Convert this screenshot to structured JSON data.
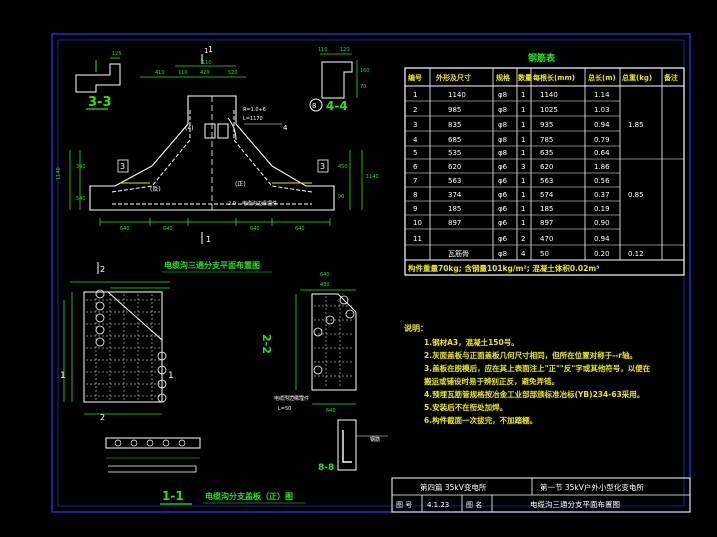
{
  "colors": {
    "bg": "#000000",
    "line": "#ffffff",
    "green": "#22e41c",
    "blue": "#2b3cff",
    "cyan": "#00e5e5",
    "yellow": "#e8e800",
    "red": "#ff3030",
    "magenta": "#ff40ff",
    "dim": "#c8c8c8"
  },
  "views": {
    "section_33": "3-3",
    "section_44": "4-4",
    "section_22": "2-2",
    "section_11": "1-1",
    "section_88": "8-8",
    "plan_title": "电缆沟三通分支平面布置图",
    "slab_title": "电缆沟分支盖板（正）图",
    "cut_mark": "1",
    "arc_note": "R=1.0+6\nL=1170",
    "embed_note": "电缆沟边缘埋件",
    "embed_dim": "L=50",
    "steel_note": "钢筋",
    "dim_top": [
      "410",
      "420",
      "110",
      "520"
    ],
    "dim_bottom": [
      "640",
      "640",
      "640",
      "640"
    ],
    "dim_left": [
      "1140",
      "390",
      "540"
    ],
    "dim_right": [
      "1140"
    ]
  },
  "rebar_table": {
    "title": "钢筋表",
    "headers": [
      "编号",
      "外形及尺寸",
      "规格",
      "数量",
      "每根长(mm)",
      "总长(m)",
      "总重(kg)",
      "备注"
    ],
    "rows": [
      [
        "1",
        "1140",
        "φ8",
        "1",
        "1140",
        "1.14",
        "",
        ""
      ],
      [
        "2",
        "985",
        "φ8",
        "1",
        "1025",
        "1.03",
        "",
        ""
      ],
      [
        "3",
        "835",
        "φ8",
        "1",
        "935",
        "0.94",
        "1.85",
        ""
      ],
      [
        "4",
        "685",
        "φ8",
        "1",
        "785",
        "0.79",
        "",
        ""
      ],
      [
        "5",
        "535",
        "φ8",
        "1",
        "635",
        "0.64",
        "",
        ""
      ],
      [
        "6",
        "620",
        "φ6",
        "3",
        "620",
        "1.86",
        "",
        ""
      ],
      [
        "7",
        "563",
        "φ6",
        "1",
        "563",
        "0.56",
        "",
        ""
      ],
      [
        "8",
        "374",
        "φ6",
        "1",
        "574",
        "0.37",
        "0.85",
        ""
      ],
      [
        "9",
        "185",
        "φ6",
        "1",
        "185",
        "0.19",
        "",
        ""
      ],
      [
        "10",
        "897",
        "φ6",
        "1",
        "897",
        "0.90",
        "",
        ""
      ],
      [
        "11",
        "",
        "φ6",
        "2",
        "470",
        "0.94",
        "",
        ""
      ],
      [
        "",
        "瓦筋骨",
        "φ8",
        "4",
        "50",
        "0.20",
        "0.12",
        ""
      ]
    ],
    "summary": "构件重量70kg;  含钢量101kg/m²;  混凝土体积0.02m³"
  },
  "notes": {
    "heading": "说明：",
    "items": [
      "1.钢材A3，混凝土150号。",
      "2.灰面盖板与正面盖板几何尺寸相同，但所在位置对称于--r轴。",
      "3.盖板在脱模后，应在其上表面注上\"正\"\"反\"字或其他符号，以便在",
      "  搬运或铺设时易于辨别正反，避免弄错。",
      "4.预埋瓦筋管规格按冶金工业部部颁标准冶标(YB)234-63采用。",
      "5.安装后不在衔处加焊。",
      "6.构件截面一次拔完，不加踏棚。"
    ]
  },
  "title_block": {
    "chapter": "第四篇  35kV变电所",
    "section": "第一节  35kV户外小型化变电所",
    "drawing_no_label": "图 号",
    "drawing_no": "4.1.23",
    "drawing_name_label": "图 名",
    "drawing_name": "电缆沟三通分支平面布置图"
  }
}
